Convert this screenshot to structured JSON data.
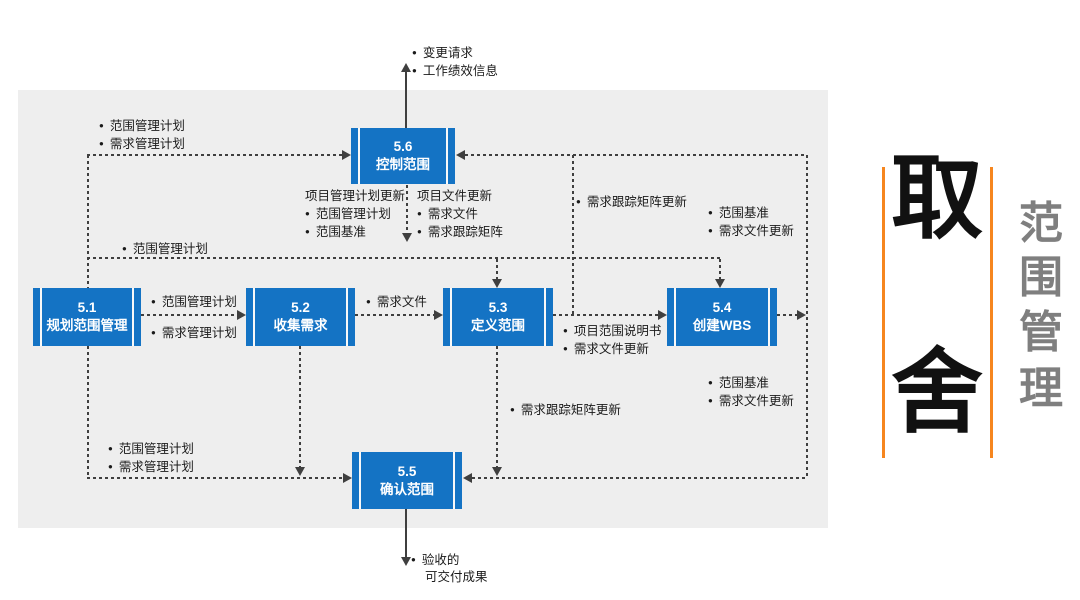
{
  "colors": {
    "process_blue": "#1473C4",
    "accent_orange": "#F6861F",
    "dash_gray": "#3F3F3F",
    "panel_gray": "#EEEEEE",
    "side_title_gray": "#7F7F7F"
  },
  "processes": [
    {
      "id": "5.1",
      "name": "规划范围管理"
    },
    {
      "id": "5.2",
      "name": "收集需求"
    },
    {
      "id": "5.3",
      "name": "定义范围"
    },
    {
      "id": "5.4",
      "name": "创建WBS"
    },
    {
      "id": "5.5",
      "name": "确认范围"
    },
    {
      "id": "5.6",
      "name": "控制范围"
    }
  ],
  "labels": {
    "change_requests": {
      "lines": [
        "变更请求",
        "工作绩效信息"
      ]
    },
    "top_left_plans": {
      "lines": [
        "范围管理计划",
        "需求管理计划"
      ]
    },
    "pm_plan_updates": {
      "heading": "项目管理计划更新",
      "lines": [
        "范围管理计划",
        "范围基准"
      ]
    },
    "project_doc_updates": {
      "heading": "项目文件更新",
      "lines": [
        "需求文件",
        "需求跟踪矩阵"
      ]
    },
    "req_matrix_update_top": "需求跟踪矩阵更新",
    "baseline_to_56": {
      "lines": [
        "范围基准",
        "需求文件更新"
      ]
    },
    "scope_plan_mid": "范围管理计划",
    "plan_51_52_a": "范围管理计划",
    "plan_51_52_b": "需求管理计划",
    "req_docs": "需求文件",
    "scope_statement": {
      "lines": [
        "项目范围说明书",
        "需求文件更新"
      ]
    },
    "baseline_to_55": {
      "lines": [
        "范围基准",
        "需求文件更新"
      ]
    },
    "req_matrix_update_mid": "需求跟踪矩阵更新",
    "bottom_left_plans": {
      "lines": [
        "范围管理计划",
        "需求管理计划"
      ]
    },
    "accepted_deliverables": {
      "lines": [
        "验收的",
        "可交付成果"
      ]
    }
  },
  "side_panel": {
    "big_chars": [
      "取",
      "舍"
    ],
    "vertical_title_chars": [
      "范",
      "围",
      "管",
      "理"
    ]
  }
}
